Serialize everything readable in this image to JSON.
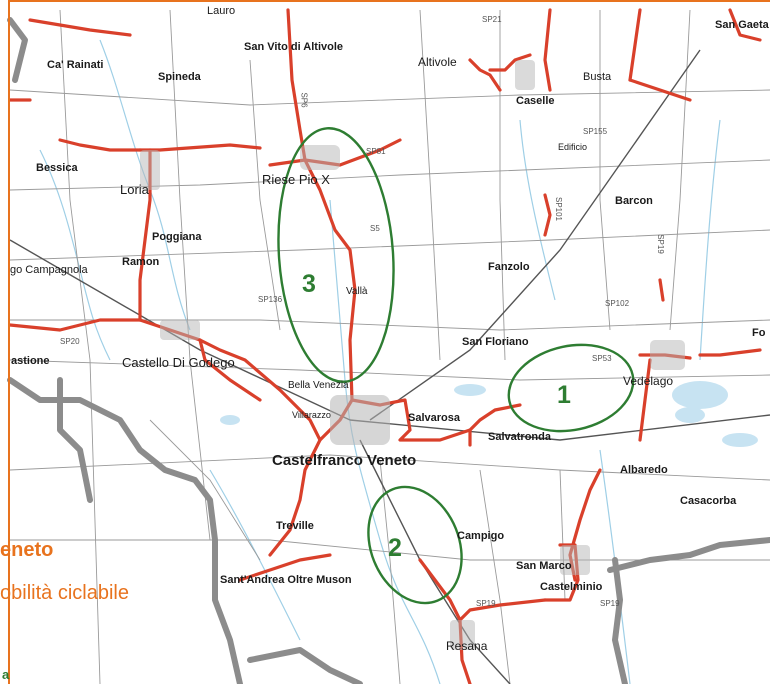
{
  "map": {
    "colors": {
      "road": "#d9402b",
      "boundary": "#8c8c8c",
      "frame": "#e8731e",
      "circle": "#2e7d32",
      "water": "#c7e3f2",
      "caption": "#e8731e"
    },
    "places": {
      "lauro": "Lauro",
      "san_vito": "San Vito di Altivole",
      "altivole": "Altivole",
      "san_gaetano": "San Gaeta",
      "ca_rainati": "Ca' Rainati",
      "spineda": "Spineda",
      "busta": "Busta",
      "caselle": "Caselle",
      "edificio": "Edificio",
      "bessica": "Bessica",
      "loria": "Loria",
      "riese": "Riese Pio X",
      "barcon": "Barcon",
      "poggiana": "Poggiana",
      "campagnola": "go Campagnola",
      "ramon": "Ramon",
      "fanzolo": "Fanzolo",
      "vallà": "Vallà",
      "fo": "Fo",
      "castione": "astione",
      "castello": "Castello Di Godego",
      "san_floriano": "San Floriano",
      "vedelago": "Vedelago",
      "bella_venezia": "Bella Venezia",
      "villarazzo": "Villarazzo",
      "salvarosa": "Salvarosa",
      "salvatronda": "Salvatronda",
      "castelfranco": "Castelfranco Veneto",
      "albaredo": "Albaredo",
      "casacorba": "Casacorba",
      "treville": "Treville",
      "campigo": "Campigo",
      "san_marco": "San Marco",
      "sant_andrea": "Sant'Andrea Oltre Muson",
      "castelminio": "Castelminio",
      "resana": "Resana"
    },
    "roads": {
      "sp21": "SP21",
      "sp6": "SP6",
      "sp81": "SP81",
      "sp155": "SP155",
      "sp101": "SP101",
      "sp19": "SP19",
      "sp102": "SP102",
      "sp53": "SP53",
      "sp136": "SP136",
      "sp20": "SP20",
      "sp19b": "SP19",
      "sp19c": "SP19",
      "s5": "S5"
    },
    "areas": [
      {
        "id": "1",
        "label": "1"
      },
      {
        "id": "2",
        "label": "2"
      },
      {
        "id": "3",
        "label": "3"
      }
    ],
    "overlay": {
      "title_fragment": "eneto",
      "subtitle_fragment": "obilità ciclabile",
      "corner_fragment": "a"
    }
  }
}
